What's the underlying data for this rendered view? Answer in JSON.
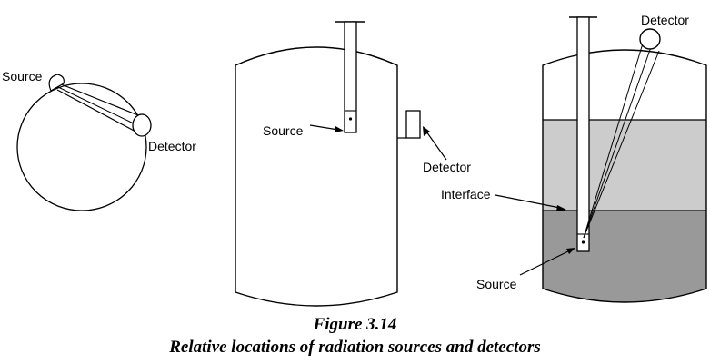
{
  "labels": {
    "source": "Source",
    "detector": "Detector",
    "interface": "Interface"
  },
  "caption": {
    "figure": "Figure 3.14",
    "title": "Relative locations of radiation sources and detectors"
  },
  "colors": {
    "line": "#000000",
    "upper_fluid": "#cccccc",
    "lower_fluid": "#999999",
    "background": "#ffffff"
  }
}
